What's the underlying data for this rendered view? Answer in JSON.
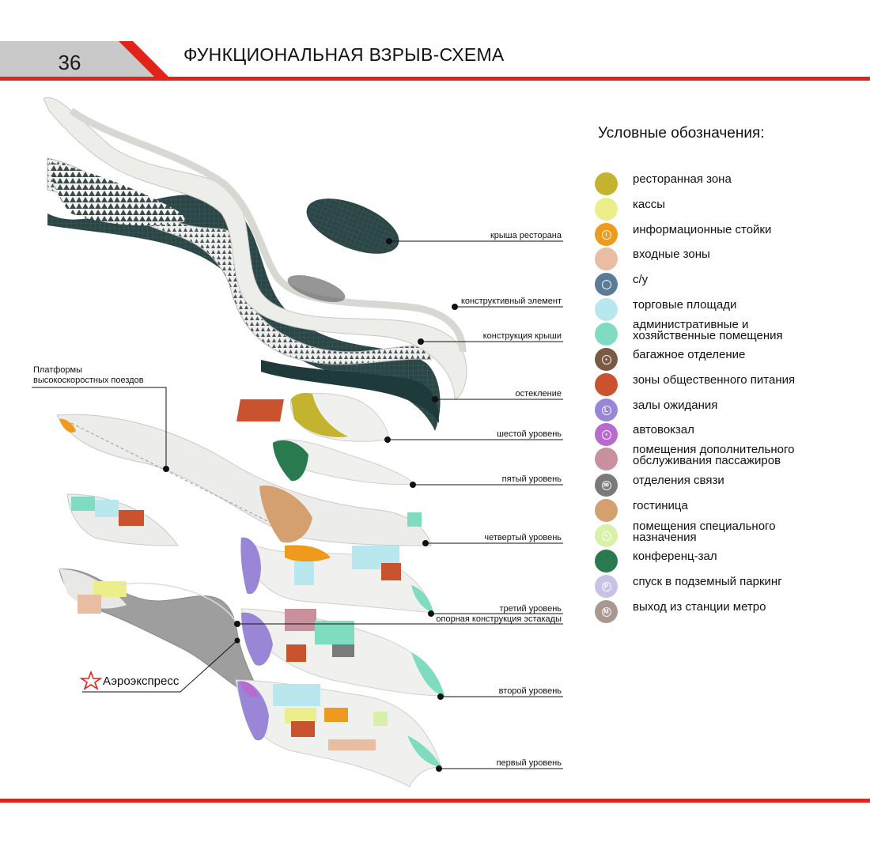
{
  "header": {
    "page_number": "36",
    "title": "ФУНКЦИОНАЛЬНАЯ ВЗРЫВ-СХЕМА",
    "accent_color": "#e2231a",
    "tab_color": "#c9c9c9"
  },
  "diagram": {
    "callouts": {
      "restaurant_roof": "крыша ресторана",
      "structural_element": "конструктивный элемент",
      "roof_structure": "конструкция крыши",
      "glazing": "остекление",
      "level_6": "шестой уровень",
      "level_5": "пятый уровень",
      "level_4": "четвертый уровень",
      "level_3": "третий уровень",
      "overpass_support": "опорная конструкция эстакады",
      "level_2": "второй уровень",
      "level_1": "первый уровень",
      "platforms_line1": "Платформы",
      "platforms_line2": "высокоскоростных поездов"
    },
    "aeroexpress": {
      "label": "Аэроэкспресс",
      "icon": "aeroexpress-star-icon"
    }
  },
  "legend": {
    "title": "Условные обозначения:",
    "items": [
      {
        "label": "ресторанная зона",
        "color": "#c4b32e",
        "icon": "restaurant-zone-icon"
      },
      {
        "label": "кассы",
        "color": "#ecee8a",
        "icon": "ticket-office-icon"
      },
      {
        "label": "информационные стойки",
        "color": "#ee9a1c",
        "icon": "info-icon",
        "glyph": "i"
      },
      {
        "label": "входные зоны",
        "color": "#e8bda2",
        "icon": "entrance-zone-icon"
      },
      {
        "label": "с/у",
        "color": "#5b7c98",
        "icon": "wc-icon",
        "glyph": "wc"
      },
      {
        "label": "торговые площади",
        "color": "#b8e8ee",
        "icon": "retail-icon"
      },
      {
        "label": "административные и\nхозяйственные помещения",
        "color": "#7fdcc0",
        "icon": "admin-icon"
      },
      {
        "label": "багажное отделение",
        "color": "#7b5a45",
        "icon": "luggage-icon",
        "glyph": "▪"
      },
      {
        "label": "зоны общественного питания",
        "color": "#c9532e",
        "icon": "food-court-icon"
      },
      {
        "label": "залы ожидания",
        "color": "#9a86d6",
        "icon": "waiting-hall-icon",
        "glyph": "L"
      },
      {
        "label": "автовокзал",
        "color": "#b86ad0",
        "icon": "bus-station-icon",
        "glyph": "▪"
      },
      {
        "label": "помещения дополнительного\nобслуживания пассажиров",
        "color": "#c9909e",
        "icon": "passenger-services-icon"
      },
      {
        "label": "отделения связи",
        "color": "#7a7a7a",
        "icon": "post-office-icon",
        "glyph": "✉"
      },
      {
        "label": "гостиница",
        "color": "#d4a070",
        "icon": "hotel-icon"
      },
      {
        "label": "помещения специального\nназначения",
        "color": "#d8f0a8",
        "icon": "special-purpose-icon",
        "glyph": "+"
      },
      {
        "label": "конференц-зал",
        "color": "#2a7a50",
        "icon": "conference-hall-icon"
      },
      {
        "label": "спуск в подземный паркинг",
        "color": "#c7c2e6",
        "icon": "parking-icon",
        "glyph": "P"
      },
      {
        "label": "выход из станции метро",
        "color": "#a89890",
        "icon": "metro-exit-icon",
        "glyph": "M"
      }
    ]
  }
}
